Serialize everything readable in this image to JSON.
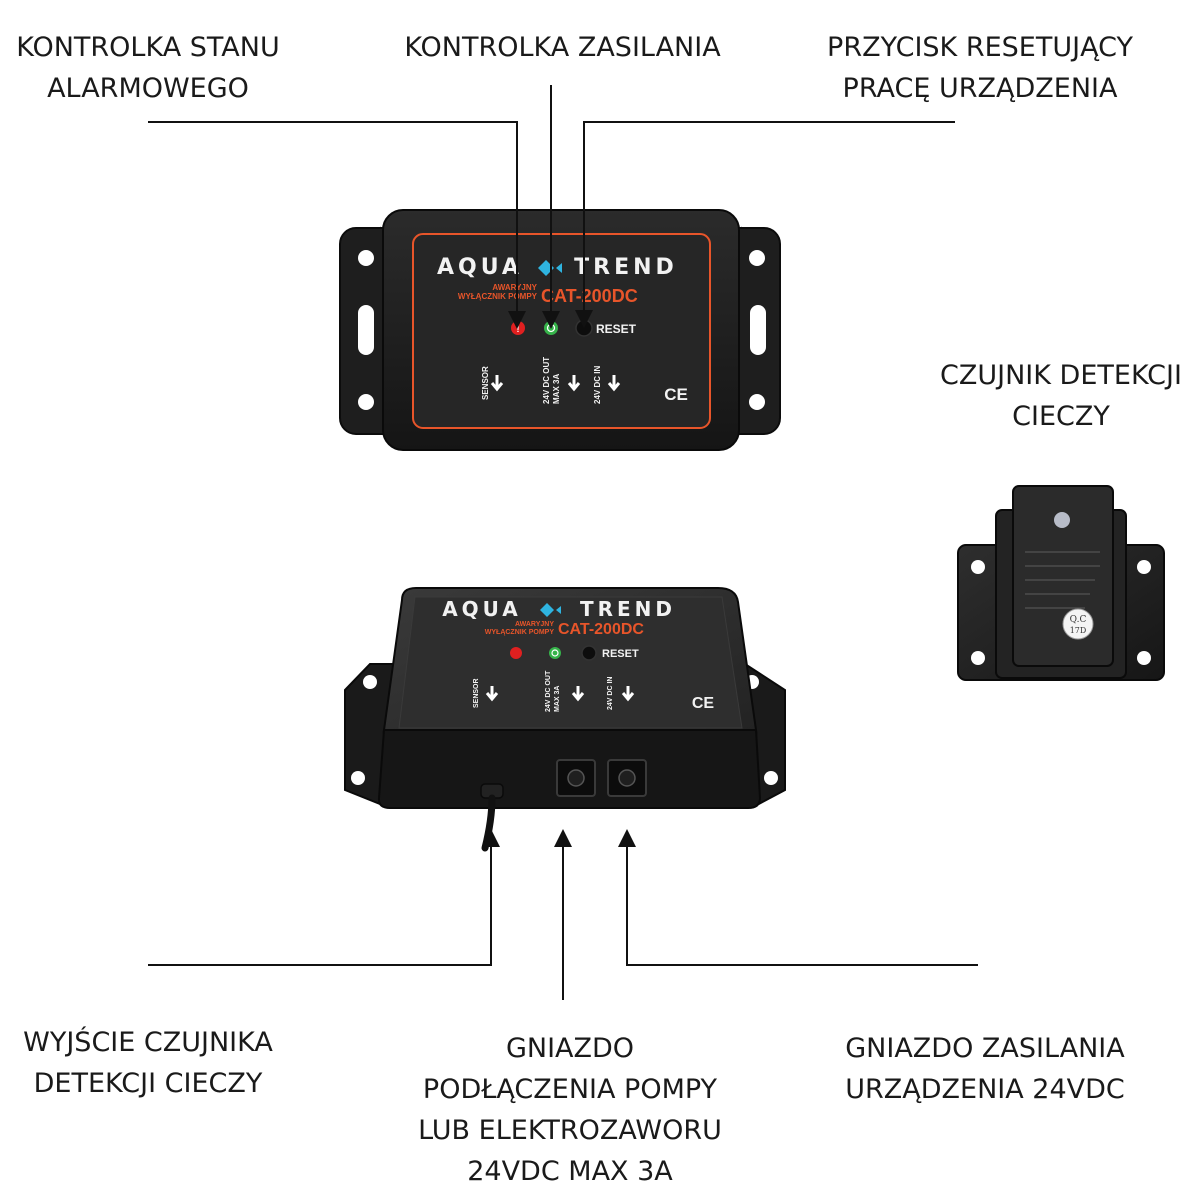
{
  "labels": {
    "alarm_led": [
      "KONTROLKA STANU",
      "ALARMOWEGO"
    ],
    "power_led": [
      "KONTROLKA ZASILANIA"
    ],
    "reset_button": [
      "PRZYCISK RESETUJĄCY",
      "PRACĘ URZĄDZENIA"
    ],
    "sensor": [
      "CZUJNIK DETEKCJI",
      "CIECZY"
    ],
    "sensor_output": [
      "WYJŚCIE CZUJNIKA",
      "DETEKCJI CIECZY"
    ],
    "pump_socket": [
      "GNIAZDO",
      "PODŁĄCZENIA POMPY",
      "LUB ELEKTROZAWORU",
      "24VDC MAX 3A"
    ],
    "power_socket": [
      "GNIAZDO ZASILANIA",
      "URZĄDZENIA 24VDC"
    ]
  },
  "device": {
    "brand_left": "AQUA",
    "brand_right": "TREND",
    "subtitle_line1": "AWARYJNY",
    "subtitle_line2": "WYŁĄCZNIK POMPY",
    "model": "CAT-200DC",
    "reset_label": "RESET",
    "port_sensor": "SENSOR",
    "port_out_line1": "24V DC OUT",
    "port_out_line2": "MAX 3A",
    "port_in": "24V DC IN",
    "ce_mark": "CE"
  },
  "sensor_unit": {
    "qc_top": "Q.C",
    "qc_bottom": "17D"
  },
  "colors": {
    "accent_orange": "#e8552a",
    "brand_cyan": "#2fb4e0",
    "led_red": "#e02020",
    "led_green": "#36b34a",
    "body": "#1c1c1c",
    "panel": "#2a2a2a",
    "line": "#111111"
  }
}
